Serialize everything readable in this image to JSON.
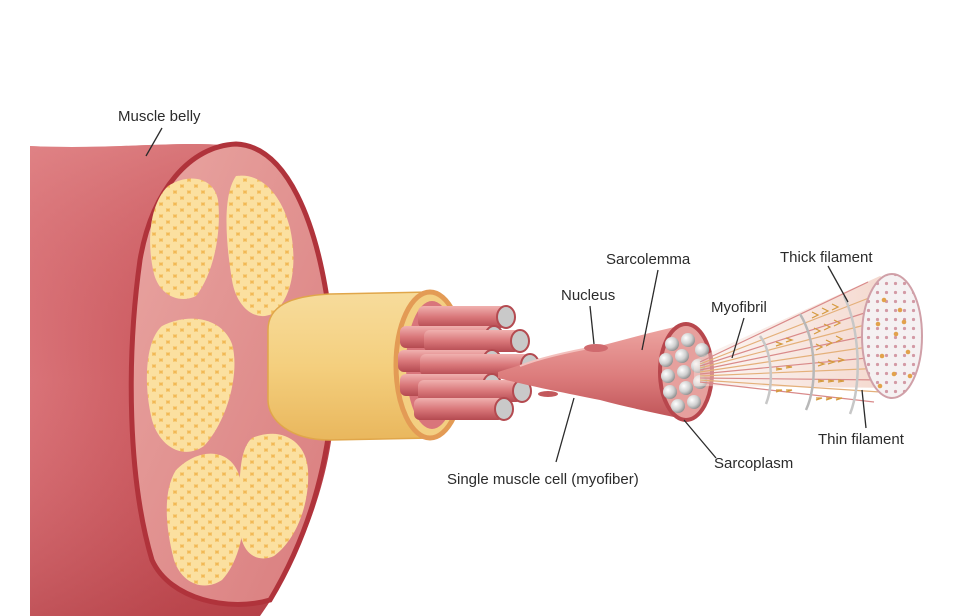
{
  "diagram": {
    "labels": {
      "muscle_belly": "Muscle belly",
      "sarcolemma": "Sarcolemma",
      "nucleus": "Nucleus",
      "myofibril": "Myofibril",
      "thick_filament": "Thick filament",
      "thin_filament": "Thin filament",
      "sarcoplasm": "Sarcoplasm",
      "single_muscle_cell": "Single muscle cell (myofiber)"
    },
    "colors": {
      "muscle_outer": "#d1656a",
      "muscle_dark": "#b2383d",
      "muscle_light": "#e7a09e",
      "fascicle_fill": "#f4c25c",
      "fascicle_cell": "#fbe2a6",
      "fascicle_sheath": "#f1cf7f",
      "fiber": "#e08b8b",
      "myofibril_gray": "#c9c9c9",
      "filament_thick": "#c85a63",
      "filament_thin": "#e2a24b"
    }
  }
}
